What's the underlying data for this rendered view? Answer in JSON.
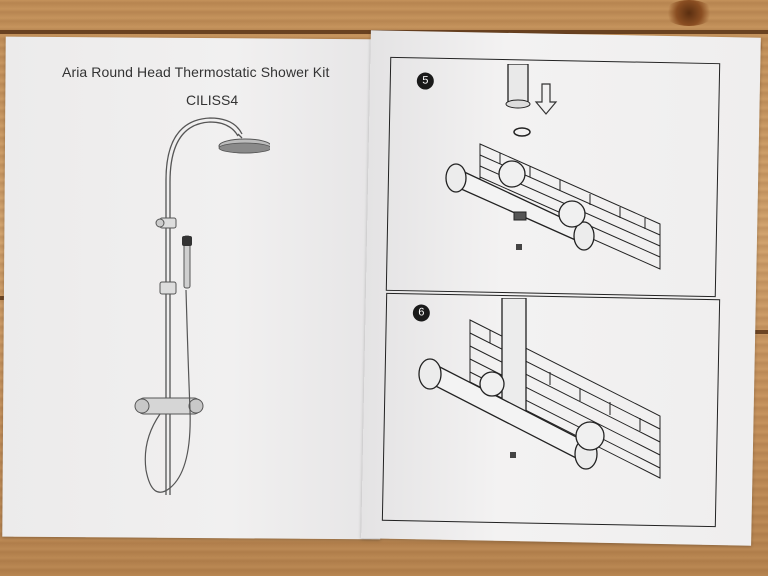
{
  "document": {
    "title": "Aria Round Head Thermostatic Shower Kit",
    "product_code": "CILISS4"
  },
  "steps": [
    {
      "number": "5"
    },
    {
      "number": "6"
    }
  ],
  "icons": {
    "down_arrow": "arrow-down-icon"
  },
  "colors": {
    "paper": "#efeeee",
    "ink": "#222222",
    "wood": "#c99a63"
  }
}
